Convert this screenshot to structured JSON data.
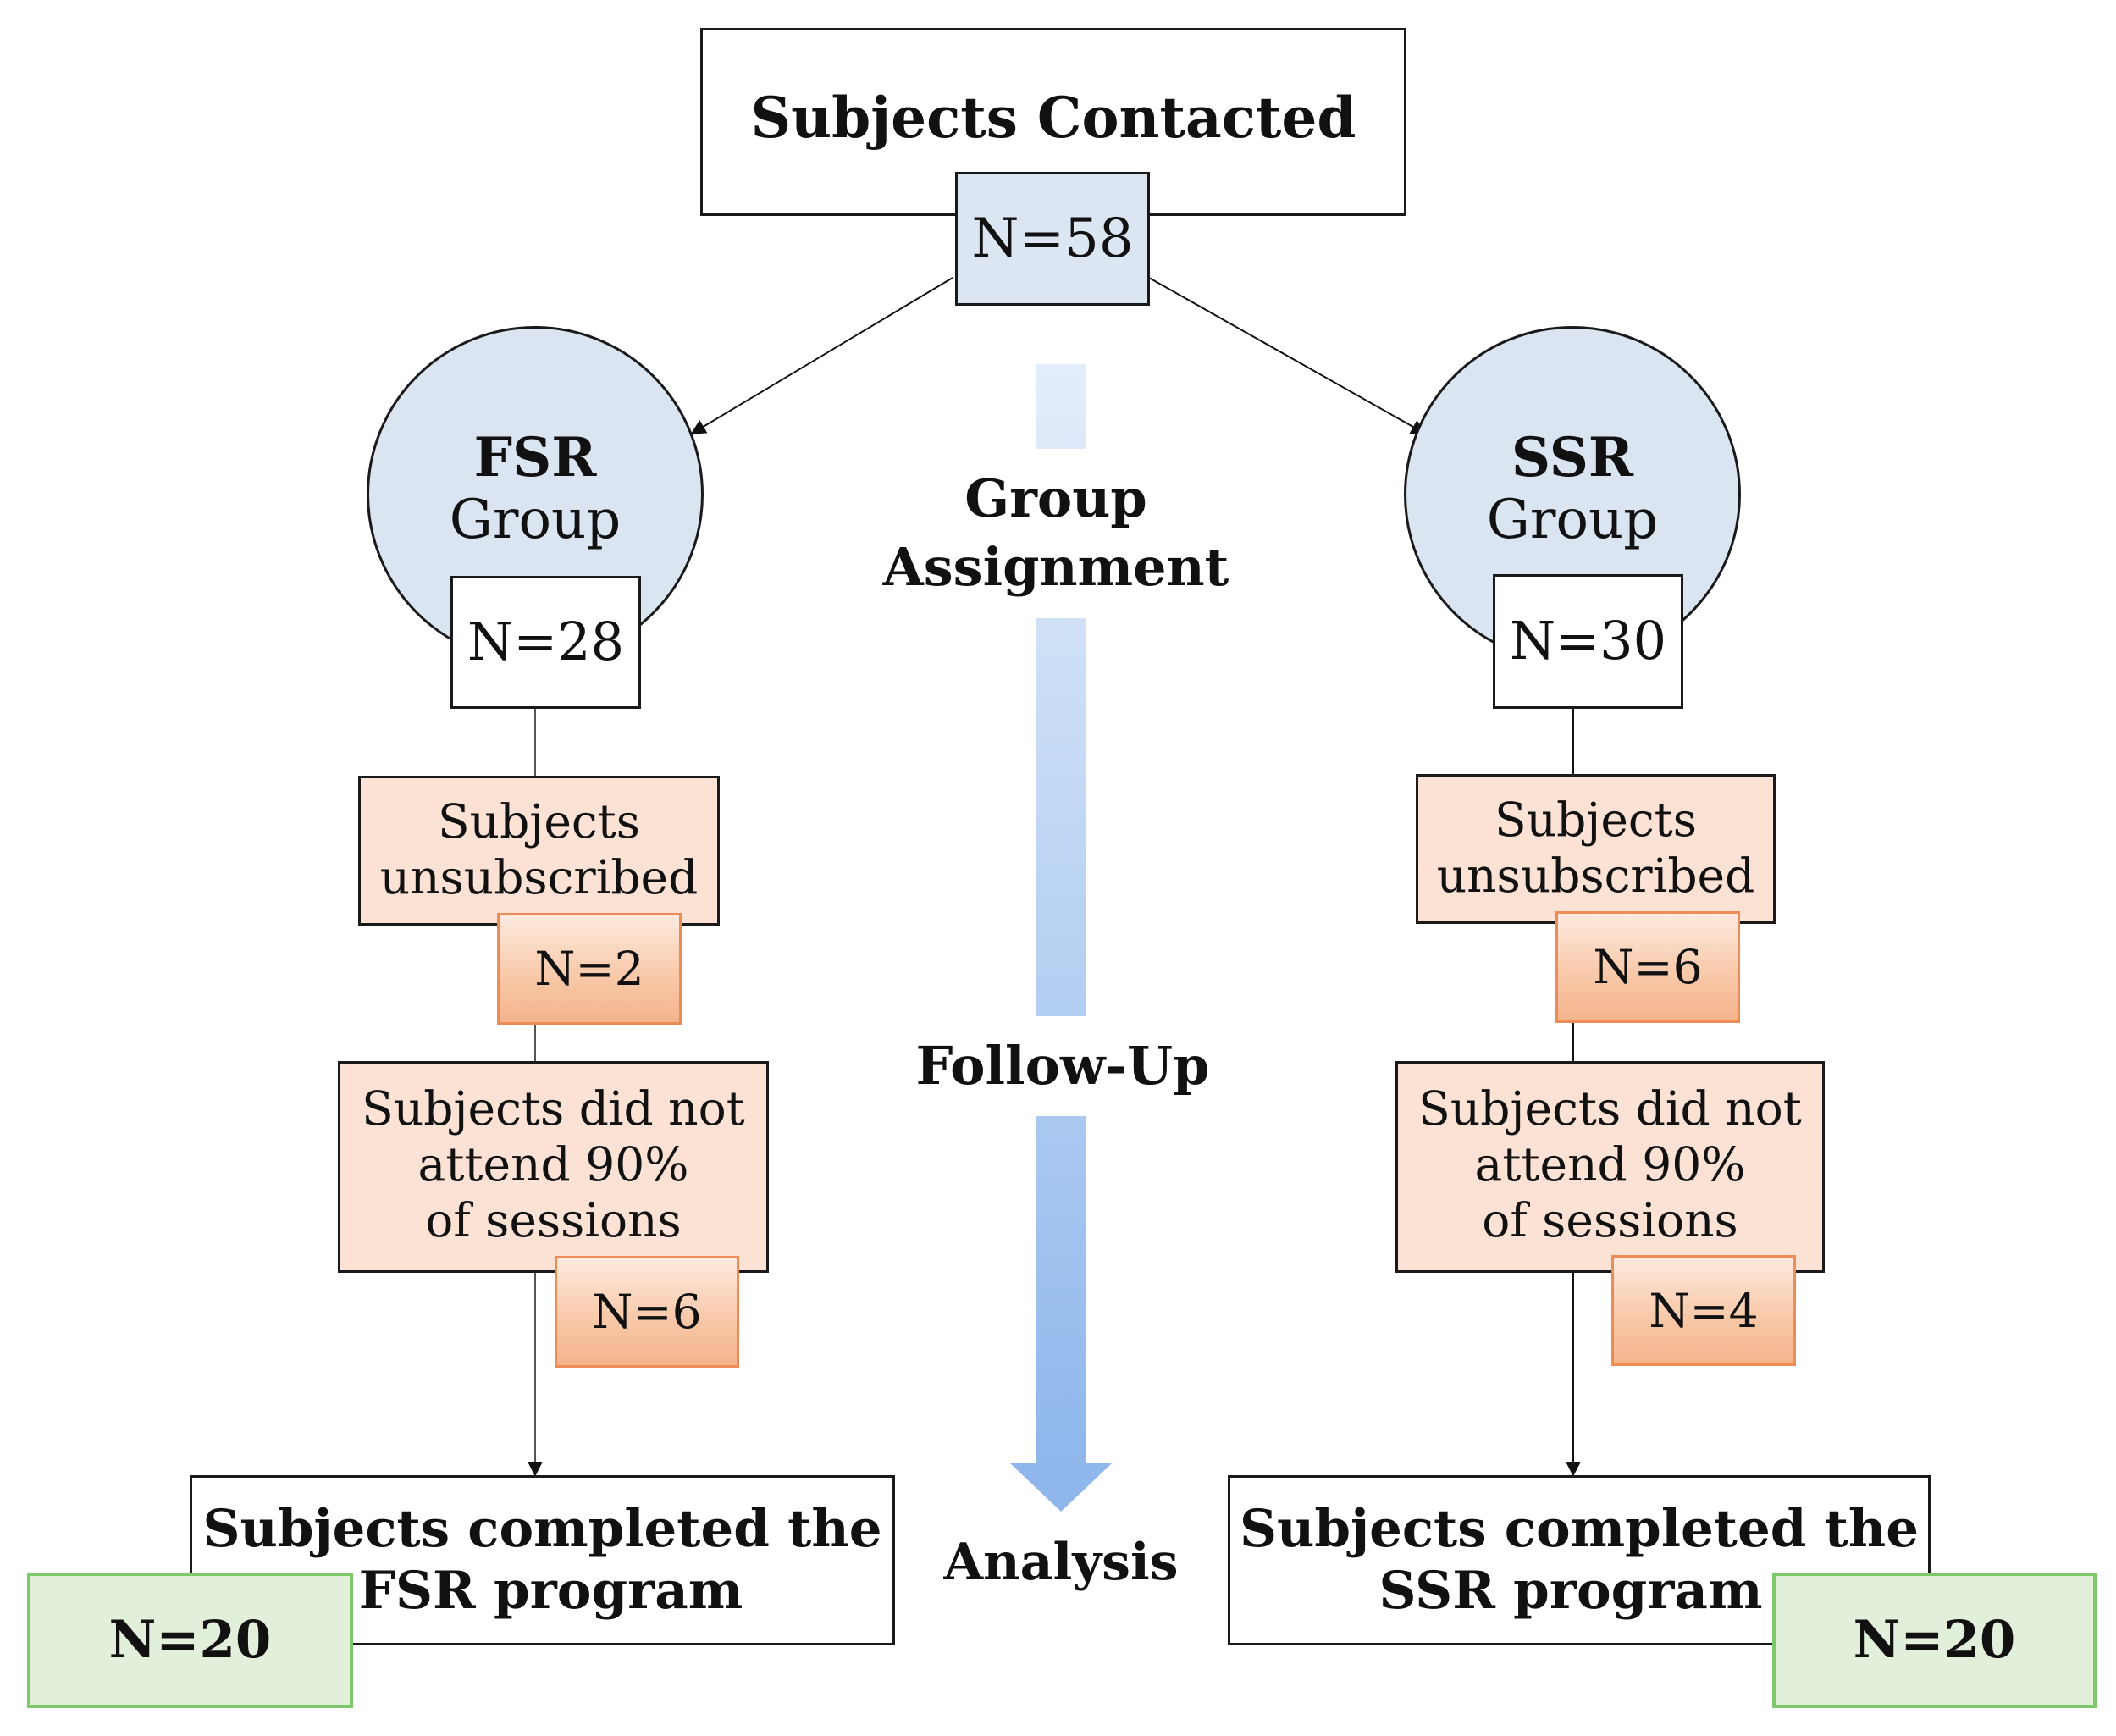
{
  "top": {
    "title": "Subjects Contacted",
    "count": "N=58"
  },
  "stages": {
    "assignment_line1": "Group",
    "assignment_line2": "Assignment",
    "followup": "Follow-Up",
    "analysis": "Analysis"
  },
  "fsr": {
    "group_abbr": "FSR",
    "group_word": "Group",
    "count": "N=28",
    "unsub_line1": "Subjects",
    "unsub_line2": "unsubscribed",
    "unsub_count": "N=2",
    "attend_line1": "Subjects did not",
    "attend_line2": "attend 90%",
    "attend_line3": "of sessions",
    "attend_count": "N=6",
    "completed_line1": "Subjects completed the",
    "completed_line2": "FSR program",
    "completed_count": "N=20"
  },
  "ssr": {
    "group_abbr": "SSR",
    "group_word": "Group",
    "count": "N=30",
    "unsub_line1": "Subjects",
    "unsub_line2": "unsubscribed",
    "unsub_count": "N=6",
    "attend_line1": "Subjects did not",
    "attend_line2": "attend 90%",
    "attend_line3": "of sessions",
    "attend_count": "N=4",
    "completed_line1": "Subjects completed the",
    "completed_line2": "SSR program",
    "completed_count": "N=20"
  },
  "colors": {
    "count_box": "#dbe6f2",
    "circle": "#dae5f1",
    "exclusion": "#fbe2d4",
    "exclusion_count": "#f4b48c",
    "final_count": "#e2efda",
    "timeline_arrow": "#8fb7ec"
  }
}
